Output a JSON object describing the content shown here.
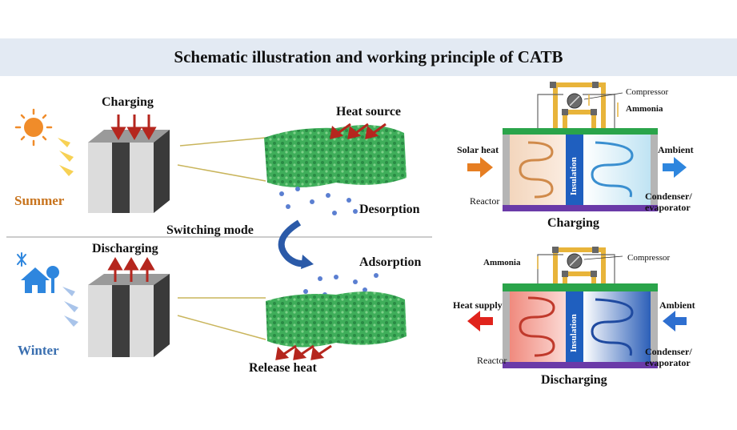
{
  "title": "Schematic illustration and working principle of CATB",
  "left": {
    "top": {
      "season": "Summer",
      "mode": "Charging",
      "heat_label": "Heat source",
      "process": "Desorption"
    },
    "switch_label": "Switching mode",
    "bottom": {
      "season": "Winter",
      "mode": "Discharging",
      "process": "Adsorption",
      "heat_label": "Release heat"
    }
  },
  "right": {
    "charging": {
      "caption": "Charging",
      "compressor": "Compressor",
      "ammonia": "Ammonia",
      "heat_in": "Solar heat",
      "reactor": "Reactor",
      "insulation": "Insulation",
      "ambient": "Ambient",
      "condenser_line1": "Condenser/",
      "condenser_line2": "evaporator"
    },
    "discharging": {
      "caption": "Discharging",
      "compressor": "Compressor",
      "ammonia": "Ammonia",
      "heat_out": "Heat supply",
      "reactor": "Reactor",
      "insulation": "Insulation",
      "ambient": "Ambient",
      "condenser_line1": "Condenser/",
      "condenser_line2": "evaporator"
    }
  },
  "colors": {
    "summer": "#c8741e",
    "winter": "#3a6fb0",
    "heat_arrow": "#b5261e",
    "orange_arrow": "#e67e22",
    "blue_arrow": "#2e86de",
    "pipe": "#e8b43a",
    "foam": "#3fae5a"
  }
}
